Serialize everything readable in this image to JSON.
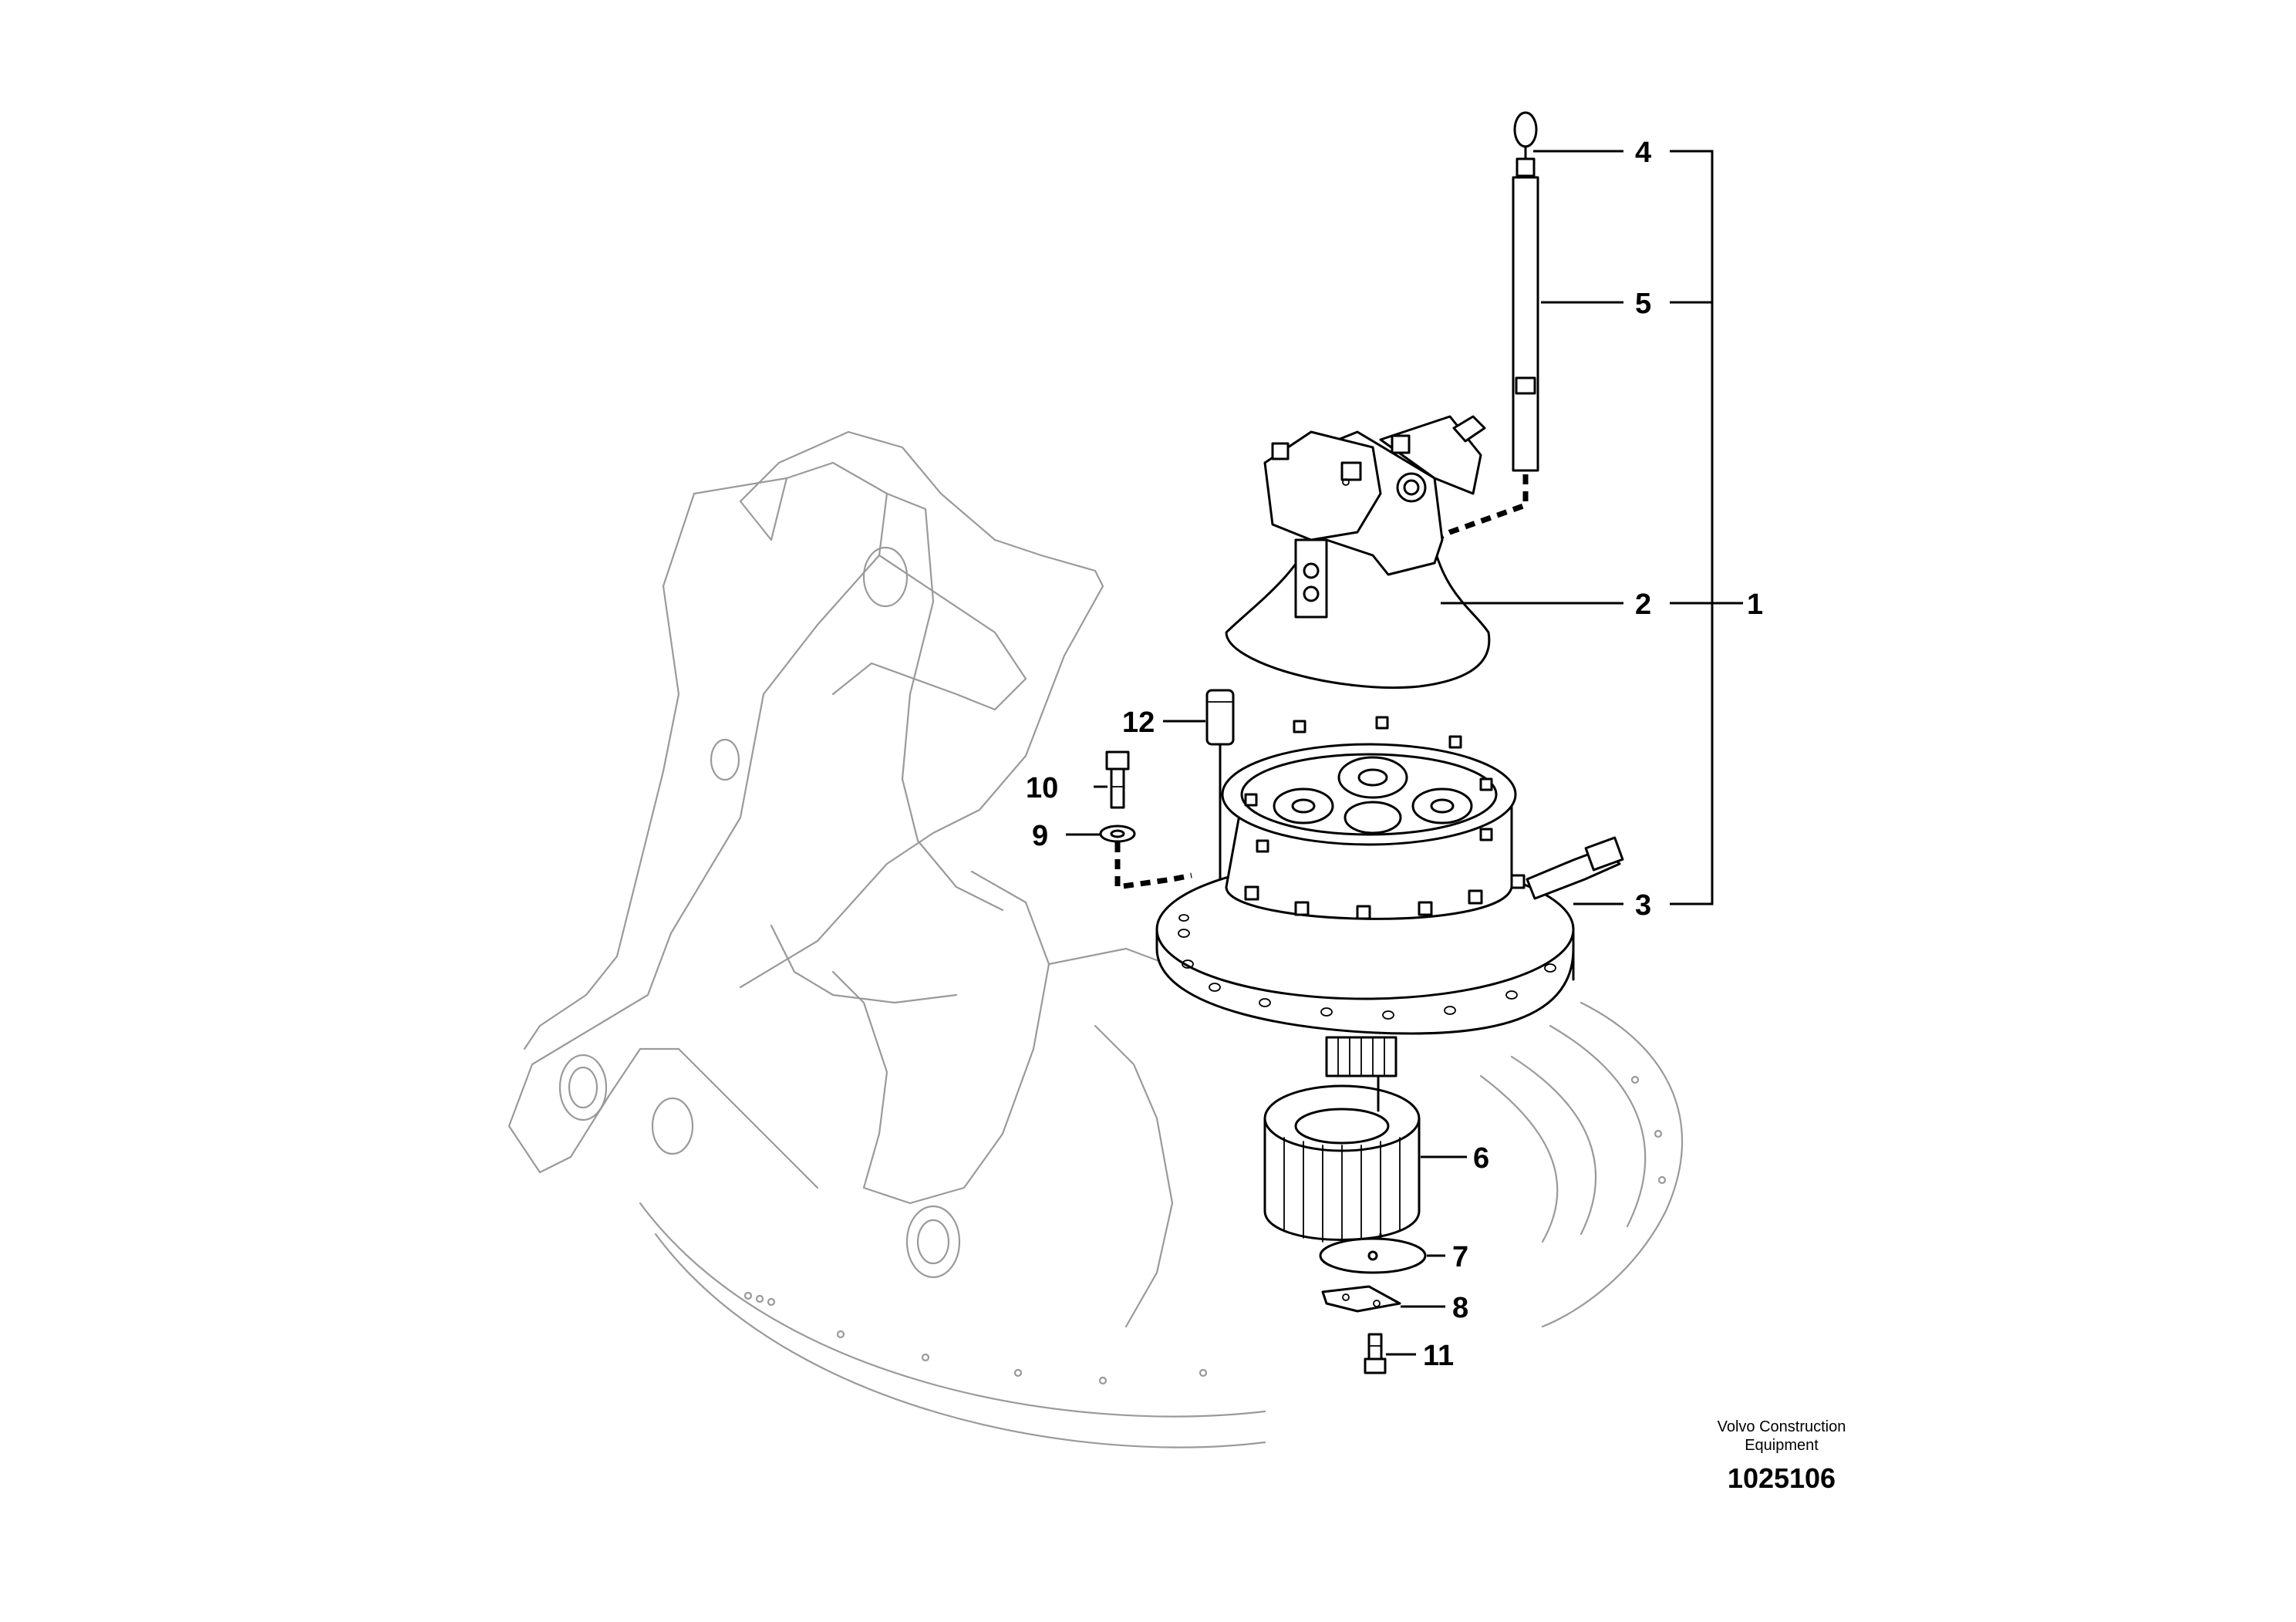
{
  "callouts": [
    "1",
    "2",
    "3",
    "4",
    "5",
    "6",
    "7",
    "8",
    "9",
    "10",
    "11",
    "12"
  ],
  "footer": {
    "maker_line1": "Volvo Construction",
    "maker_line2": "Equipment",
    "image_number": "1025106"
  }
}
